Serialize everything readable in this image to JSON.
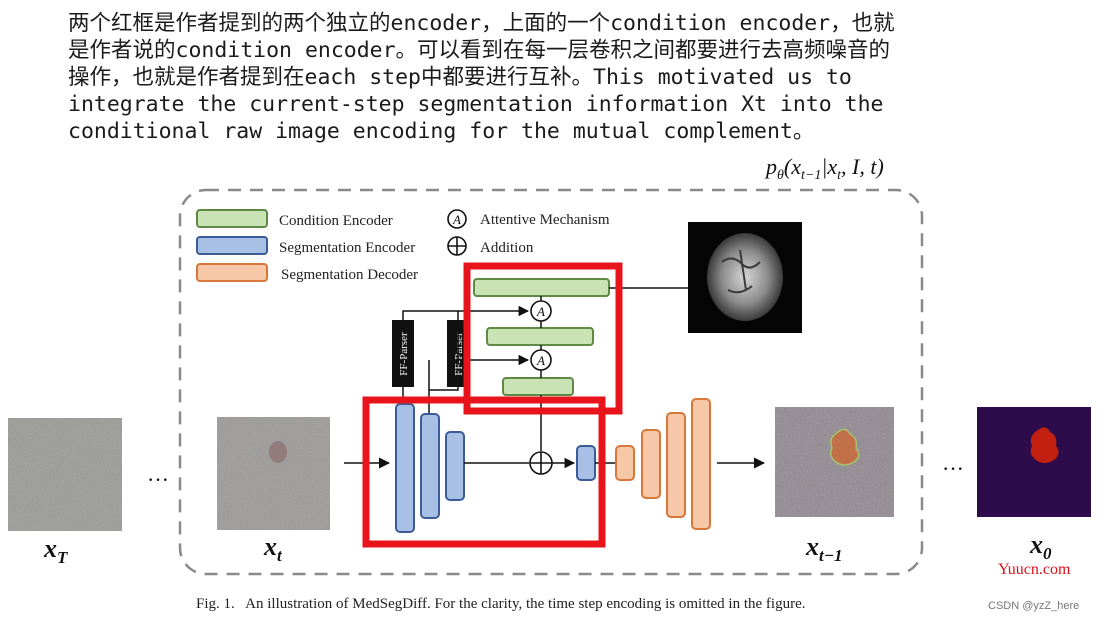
{
  "description": "两个红框是作者提到的两个独立的encoder，上面的一个condition encoder，也就\n是作者说的condition encoder。可以看到在每一层卷积之间都要进行去高频噪音的\n操作，也就是作者提到在each step中都要进行互补。This motivated us to\nintegrate the current-step segmentation information Xt into the\nconditional raw image encoding for the mutual complement。",
  "formula": {
    "p": "p",
    "theta": "θ",
    "args": "(x",
    "sub1": "t−1",
    "bar": "|x",
    "sub2": "t",
    "rest": ", I, t)"
  },
  "legend": {
    "condition_encoder": "Condition Encoder",
    "segmentation_encoder": "Segmentation Encoder",
    "segmentation_decoder": "Segmentation Decoder",
    "attentive_mechanism": "Attentive Mechanism",
    "addition": "Addition",
    "attentive_symbol": "A",
    "addition_symbol": "+"
  },
  "ff_parser": "FF-Parser",
  "ellipsis": "···",
  "labels": {
    "xT": {
      "base": "x",
      "sub": "T"
    },
    "xt": {
      "base": "x",
      "sub": "t"
    },
    "xt1": {
      "base": "x",
      "sub": "t−1"
    },
    "x0": {
      "base": "x",
      "sub": "0"
    }
  },
  "caption": "Fig. 1.   An illustration of MedSegDiff. For the clarity, the time step encoding is omitted in the figure.",
  "watermark": {
    "site": "Yuucn.com",
    "csdn": "CSDN @yzZ_here"
  },
  "colors": {
    "condition": "#c9e3b4",
    "condition_stroke": "#5f8a45",
    "segenc": "#a9c0e6",
    "segenc_stroke": "#3c5c98",
    "segdec": "#f7c8a8",
    "segdec_stroke": "#d7773a",
    "highlight": "#e8141b",
    "dashed": "#8a8a8a"
  }
}
